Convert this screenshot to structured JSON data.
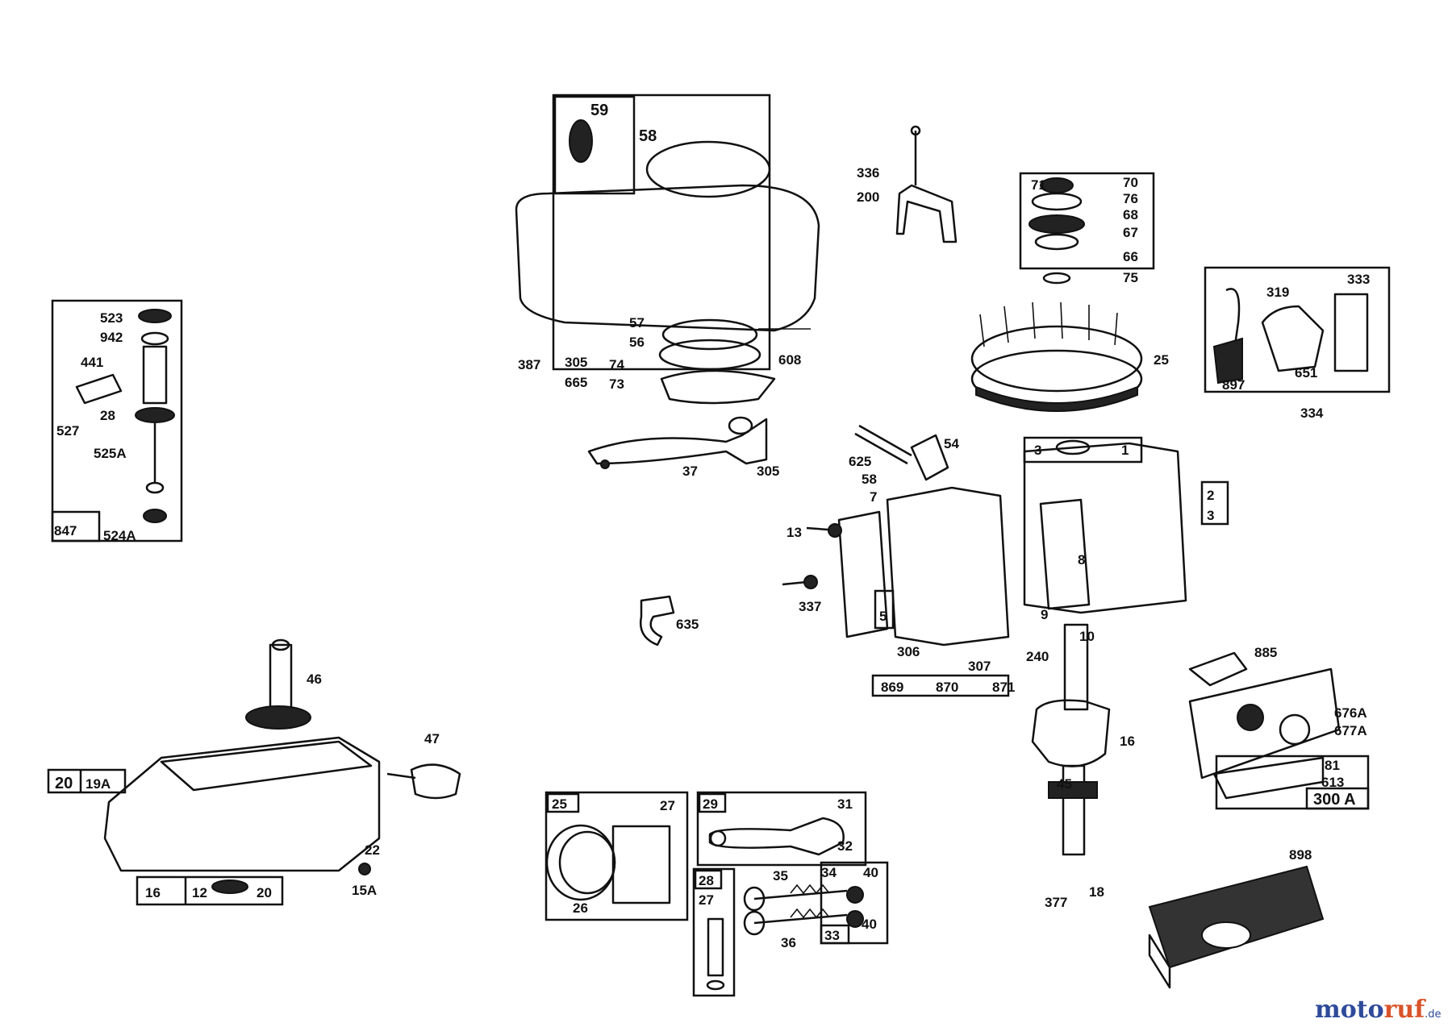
{
  "labels": {
    "l1": "59",
    "l2": "58",
    "l3": "336",
    "l4": "200",
    "l5": "71",
    "l6": "70",
    "l7": "76",
    "l8": "68",
    "l9": "67",
    "l10": "66",
    "l11": "75",
    "l12": "523",
    "l13": "942",
    "l14": "441",
    "l15": "28",
    "l16": "527",
    "l17": "525A",
    "l18": "847",
    "l19": "524A",
    "l20": "57",
    "l21": "56",
    "l22": "387",
    "l23": "305",
    "l24": "74",
    "l25": "665",
    "l26": "73",
    "l27": "608",
    "l28": "25",
    "l29": "319",
    "l30": "333",
    "l31": "651",
    "l32": "897",
    "l33": "334",
    "l34": "37",
    "l35": "305",
    "l36": "54",
    "l37": "625",
    "l38": "58",
    "l39": "7",
    "l40": "3",
    "l41": "1",
    "l42": "2",
    "l43": "3",
    "l44": "13",
    "l45": "8",
    "l46": "337",
    "l47": "5",
    "l48": "9",
    "l49": "10",
    "l50": "635",
    "l51": "306",
    "l52": "307",
    "l53": "240",
    "l54": "869",
    "l55": "870",
    "l56": "871",
    "l57": "885",
    "l58": "676A",
    "l59": "677A",
    "l60": "46",
    "l61": "47",
    "l62": "16",
    "l63": "81",
    "l64": "613",
    "l65": "300 A",
    "l66": "20",
    "l67": "19A",
    "l68": "45",
    "l69": "22",
    "l70": "25",
    "l71": "27",
    "l72": "29",
    "l73": "31",
    "l74": "32",
    "l75": "26",
    "l76": "28",
    "l77": "27",
    "l78": "35",
    "l79": "34",
    "l80": "40",
    "l81": "40",
    "l82": "36",
    "l83": "33",
    "l84": "898",
    "l85": "377",
    "l86": "18",
    "l87": "12",
    "l88": "20",
    "l89": "15A",
    "l90": "16"
  },
  "watermark": {
    "part1": "moto",
    "part2": "ruf",
    "part3": ".de"
  },
  "colors": {
    "ink": "#111111",
    "watermark_blue": "#2e4a9a",
    "watermark_orange": "#d9542a"
  }
}
